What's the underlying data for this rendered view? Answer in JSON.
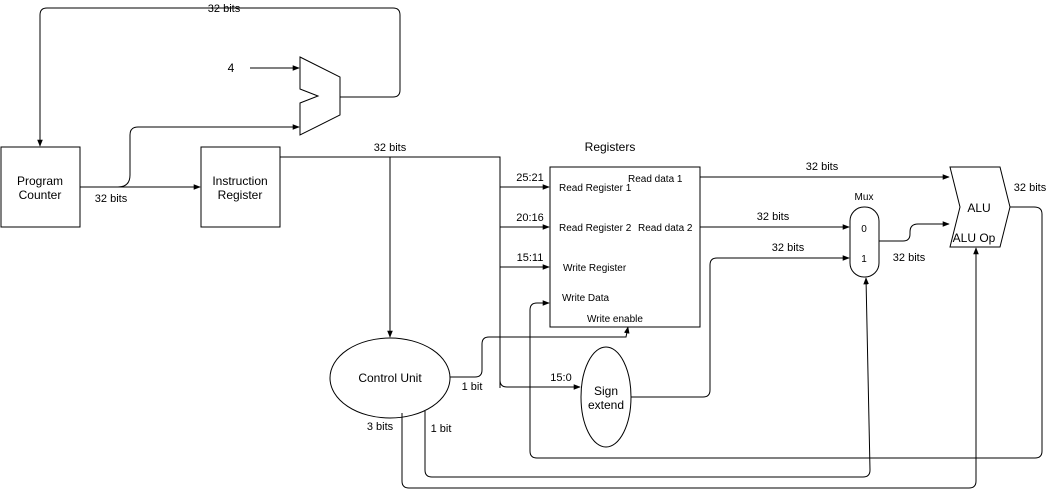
{
  "blocks": {
    "program_counter": [
      "Program",
      "Counter"
    ],
    "instruction_register": [
      "Instruction",
      "Register"
    ],
    "registers_title": "Registers",
    "control_unit": "Control Unit",
    "sign_extend": [
      "Sign",
      "extend"
    ],
    "mux_title": "Mux",
    "mux_in0": "0",
    "mux_in1": "1",
    "alu": "ALU",
    "alu_op": "ALU Op",
    "adder_const": "4"
  },
  "register_file": {
    "read_register_1": "Read Register 1",
    "read_register_2": "Read Register 2",
    "write_register": "Write Register",
    "write_data": "Write Data",
    "write_enable": "Write enable",
    "read_data_1": "Read data 1",
    "read_data_2": "Read data 2"
  },
  "wire_labels": {
    "pc_feedback": "32 bits",
    "pc_to_ir": "32 bits",
    "ir_bus": "32 bits",
    "field_25_21": "25:21",
    "field_20_16": "20:16",
    "field_15_11": "15:11",
    "field_15_0": "15:0",
    "read_data_1_width": "32 bits",
    "read_data_2_width": "32 bits",
    "sign_extend_width": "32 bits",
    "mux_out_width": "32 bits",
    "alu_out_width": "32 bits",
    "write_enable_width": "1 bit",
    "mux_select_width": "1 bit",
    "alu_op_width": "3 bits"
  }
}
